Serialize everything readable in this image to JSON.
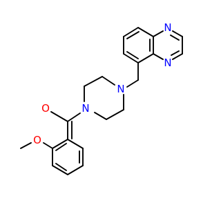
{
  "molecule": {
    "atoms": {
      "n_quinox_top": {
        "symbol": "N",
        "color": "#0000ff"
      },
      "n_quinox_bottom": {
        "symbol": "N",
        "color": "#0000ff"
      },
      "n_pip_top": {
        "symbol": "N",
        "color": "#0000ff"
      },
      "n_pip_bottom": {
        "symbol": "N",
        "color": "#0000ff"
      },
      "o_carbonyl": {
        "symbol": "O",
        "color": "#ff0000"
      },
      "o_methoxy": {
        "symbol": "O",
        "color": "#ff0000"
      }
    },
    "bond_color": "#000000"
  }
}
